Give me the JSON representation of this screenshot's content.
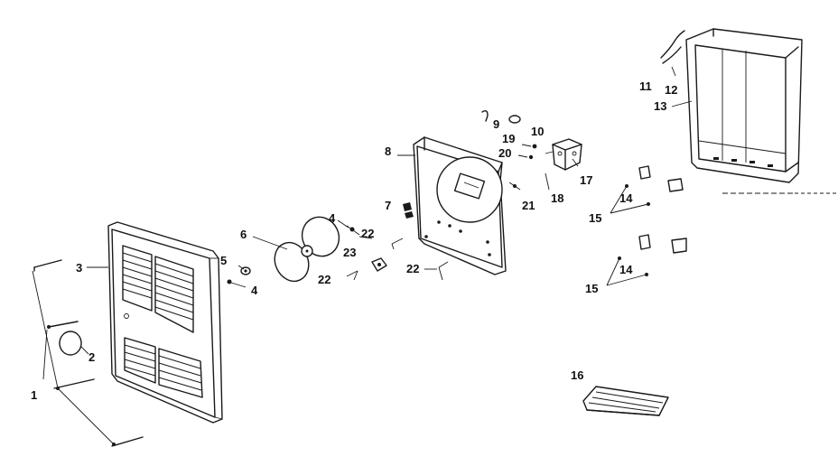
{
  "callouts": {
    "c1": "1",
    "c2": "2",
    "c3": "3",
    "c4a": "4",
    "c4b": "4",
    "c5": "5",
    "c6": "6",
    "c7": "7",
    "c8": "8",
    "c9": "9",
    "c10": "10",
    "c11": "11",
    "c12": "12",
    "c13": "13",
    "c14a": "14",
    "c14b": "14",
    "c15a": "15",
    "c15b": "15",
    "c16": "16",
    "c17": "17",
    "c18": "18",
    "c19": "19",
    "c20": "20",
    "c21": "21",
    "c22a": "22",
    "c22b": "22",
    "c22c": "22",
    "c23": "23"
  },
  "colors": {
    "ink": "#1a1a1a",
    "paper": "#ffffff"
  }
}
